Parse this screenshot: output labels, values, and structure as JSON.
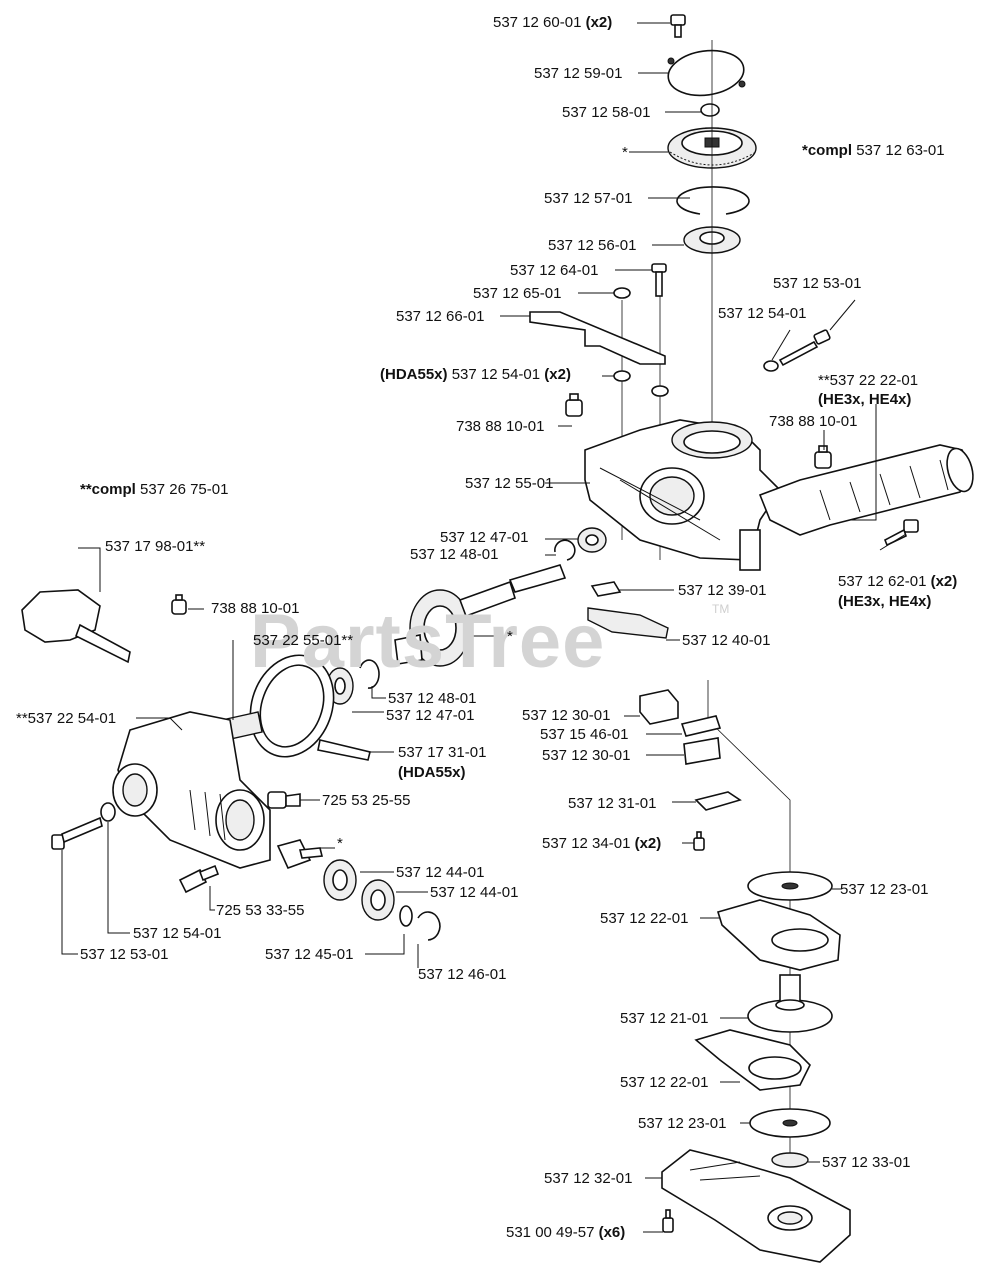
{
  "watermark": "PartsTree",
  "watermark_tm": "TM",
  "labels": {
    "l01": {
      "text": "537 12 60-01",
      "bold": "(x2)"
    },
    "l02": {
      "text": "537 12 59-01"
    },
    "l03": {
      "text": "537 12 58-01"
    },
    "l04": {
      "text": "*"
    },
    "l05": {
      "bold": "*compl",
      "text": "537 12 63-01"
    },
    "l06": {
      "text": "537 12 57-01"
    },
    "l07": {
      "text": "537 12 56-01"
    },
    "l08": {
      "text": "537 12 64-01"
    },
    "l09": {
      "text": "537 12 65-01"
    },
    "l10": {
      "text": "537 12 53-01"
    },
    "l11": {
      "text": "537 12 66-01"
    },
    "l12": {
      "text": "537 12 54-01"
    },
    "l13": {
      "pre": "(HDA55x)",
      "text": "537 12 54-01",
      "bold": "(x2)"
    },
    "l14": {
      "text": "**537 22 22-01"
    },
    "l15": {
      "text": "(HE3x, HE4x)"
    },
    "l16": {
      "text": "738 88 10-01"
    },
    "l17": {
      "text": "738 88 10-01"
    },
    "l18": {
      "text": "537 12 55-01"
    },
    "l19": {
      "bold": "**compl",
      "text": "537 26 75-01"
    },
    "l20": {
      "text": "537 12 47-01"
    },
    "l21": {
      "text": "537 12 48-01"
    },
    "l22": {
      "text": "537 12 62-01",
      "bold": "(x2)"
    },
    "l23": {
      "text": "(HE3x, HE4x)"
    },
    "l24": {
      "text": "537 17 98-01**"
    },
    "l25": {
      "text": "537 12 39-01"
    },
    "l26": {
      "text": "738 88 10-01"
    },
    "l27": {
      "text": "537 22 55-01**"
    },
    "l28": {
      "text": "*"
    },
    "l29": {
      "text": "537 12 40-01"
    },
    "l30": {
      "text": "537 12 48-01"
    },
    "l31": {
      "text": "**537 22 54-01"
    },
    "l32": {
      "text": "537 12 47-01"
    },
    "l33": {
      "text": "537 12 30-01"
    },
    "l34": {
      "text": "537 15 46-01"
    },
    "l35": {
      "text": "537 17 31-01"
    },
    "l36": {
      "text": "(HDA55x)"
    },
    "l37": {
      "text": "537 12 30-01"
    },
    "l38": {
      "text": "725 53 25-55"
    },
    "l39": {
      "text": "537 12 31-01"
    },
    "l40": {
      "text": "*"
    },
    "l41": {
      "text": "537 12 34-01",
      "bold": "(x2)"
    },
    "l42": {
      "text": "537 12 44-01"
    },
    "l43": {
      "text": "537 12 44-01"
    },
    "l44": {
      "text": "537 12 23-01"
    },
    "l45": {
      "text": "725 53 33-55"
    },
    "l46": {
      "text": "537 12 22-01"
    },
    "l47": {
      "text": "537 12 54-01"
    },
    "l48": {
      "text": "537 12 53-01"
    },
    "l49": {
      "text": "537 12 45-01"
    },
    "l50": {
      "text": "537 12 46-01"
    },
    "l51": {
      "text": "537 12 21-01"
    },
    "l52": {
      "text": "537 12 22-01"
    },
    "l53": {
      "text": "537 12 23-01"
    },
    "l54": {
      "text": "537 12 33-01"
    },
    "l55": {
      "text": "537 12 32-01"
    },
    "l56": {
      "text": "531 00 49-57",
      "bold": "(x6)"
    }
  }
}
